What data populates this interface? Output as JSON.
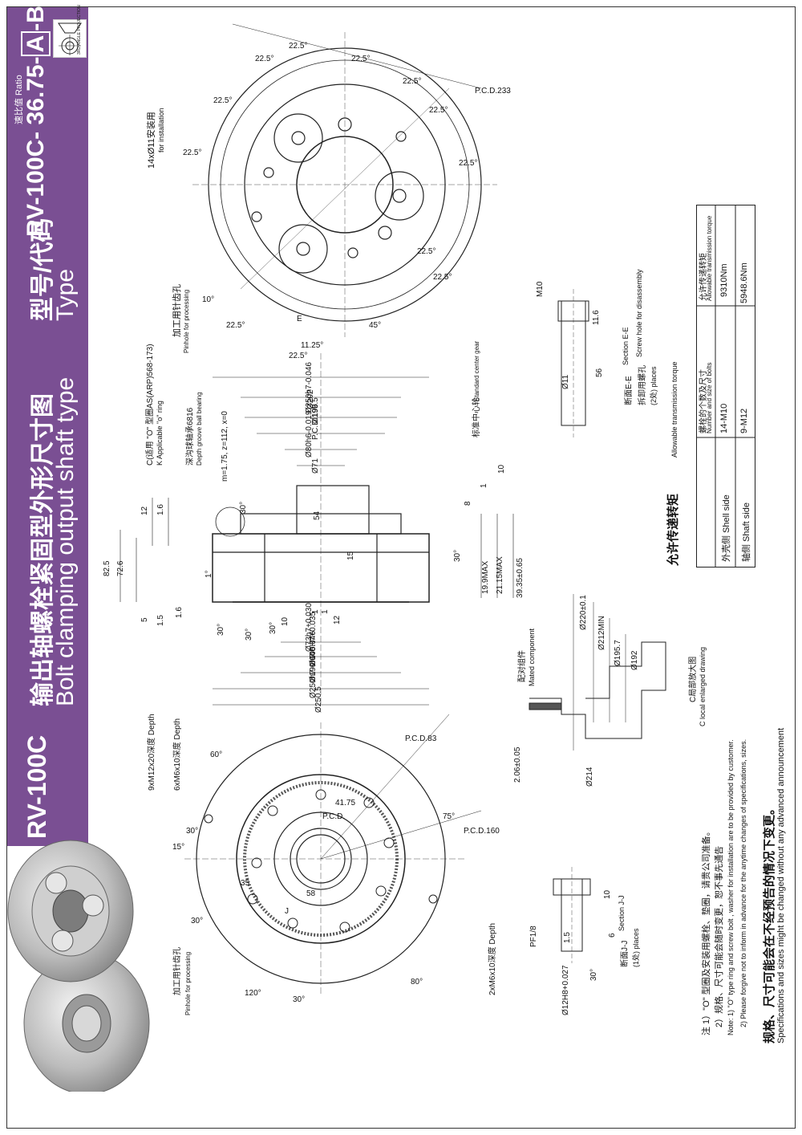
{
  "header": {
    "model": "RV-100C",
    "title_cn": "输出轴螺栓紧固型外形尺寸图",
    "title_en": "Bolt clamping output shaft type",
    "type_cn": "型号/代码",
    "type_en": "Type",
    "ratio_label": "速比值  Ratio",
    "code_prefix": "RV-100C- 36.75-",
    "code_box": "A",
    "code_suffix": "-B",
    "projection_label": "3RD ANGLE PROJECTION"
  },
  "top_view": {
    "angles": [
      "22.5°",
      "22.5°",
      "22.5°",
      "22.5°",
      "22.5°",
      "22.5°",
      "22.5°",
      "22.5°",
      "22.5°",
      "22.5°",
      "22.5°",
      "22.5°",
      "10°",
      "45°",
      "11.25°"
    ],
    "pcd": "P.C.D.233",
    "install_hole_cn": "14xØ11安装用",
    "install_hole_en": "for installation",
    "pinhole_cn": "加工用针齿孔",
    "pinhole_en": "Pinhole for processing",
    "section_mark": "E"
  },
  "section_view": {
    "oring_cn": "C(适用 \"O\" 型圈AS(ARP)568-173)",
    "oring_en": "K Applicable \"o\" ring",
    "bearing_cn": "深沟球轴承6816",
    "bearing_en": "Depth groove ball bearing",
    "gear_spec": "m=1.75, z=112, x=0",
    "center_gear_cn": "标准中心轮",
    "center_gear_en": "Standard center gear",
    "dims_top": [
      "Ø250h7-0.046",
      "Ø202",
      "Ø199.5",
      "P.C.D.196",
      "Ø80h6-0.019",
      "Ø71"
    ],
    "dims_bottom": [
      "Ø73h7+0.030",
      "Ø106H7+0.035",
      "Ø199h7-0.046",
      "Ø250h7-0.046",
      "Ø250.5"
    ],
    "dims_left": [
      "82.5",
      "72.6",
      "12",
      "1.6",
      "5",
      "1.5",
      "1.6"
    ],
    "dims_inner": [
      "54",
      "15",
      "1",
      "1",
      "12",
      "30°",
      "30°",
      "30°",
      "1°",
      "30°",
      "10",
      "1",
      "8",
      "30°"
    ],
    "dims_right": [
      "19.9MAX",
      "21.15MAX",
      "39.35±0.65",
      "10"
    ]
  },
  "detail_c": {
    "mated_cn": "配对组件",
    "mated_en": "Mated component",
    "title_cn": "C局部放大图",
    "title_en": "C local enlarged drawing",
    "dims": [
      "Ø220±0.1",
      "Ø212MIN",
      "Ø195.7",
      "Ø192",
      "Ø214",
      "2.06±0.05"
    ]
  },
  "section_e": {
    "thread": "M10",
    "dims": [
      "11.6",
      "56",
      "Ø11"
    ],
    "title_cn": "断面E-E",
    "title_en": "Section E-E",
    "desc_cn": "拆卸用螺孔",
    "desc_en": "Screw hole for disassembly",
    "places": "(2处) places"
  },
  "torque_table": {
    "title_cn": "允许传递转矩",
    "title_en": "Allowable transmission torque",
    "head_bolts_cn": "螺栓的个数及尺寸",
    "head_bolts_en": "Number and size of bolts",
    "head_torque_cn": "允许传递转矩",
    "head_torque_en": "Allowable transmission torque",
    "rows": [
      {
        "side": "外壳侧  Shell side",
        "bolts": "14-M10",
        "torque": "9310Nm"
      },
      {
        "side": "轴侧  Shaft side",
        "bolts": "9-M12",
        "torque": "5948.6Nm"
      }
    ]
  },
  "bottom_view": {
    "bolt_holes_1": "9xM12x20深度 Depth",
    "bolt_holes_2": "6xM6x10深度 Depth",
    "angles": [
      "60°",
      "15°",
      "30°",
      "30°",
      "75°",
      "80°",
      "30°",
      "120°"
    ],
    "pcd_a": "P.C.D.83",
    "pcd_b": "P.C.D.160",
    "pcd_c": "P.C.D.",
    "dims": [
      "41.75",
      "35",
      "58",
      "J"
    ],
    "pinhole_cn": "加工用针齿孔",
    "pinhole_en": "Pinhole for processing",
    "side_hole": "2xM6x10深度 Depth"
  },
  "section_j": {
    "thread": "PF1/8",
    "dims": [
      "10",
      "1.5",
      "6",
      "30°",
      "Ø12H8+0.027"
    ],
    "title_cn": "断面J-J",
    "title_en": "Section J-J",
    "places": "(1处) places"
  },
  "notes": {
    "cn1": "注 1）\"O\" 型圈及安装用螺栓、垫圈，请贵公司准备。",
    "cn2": "2）规格、尺寸可能会随时变更，恕不事先通告",
    "en1": "Note: 1) \"O\" type ring and screw bolt , washer for installation are to be provided by customer.",
    "en2": "2) Please forgive not to inform in advance for the anytime changes of specifications, sizes.",
    "footer_cn": "规格、尺寸可能会在不经预告的情况下变更。",
    "footer_en": "Specifications and sizes might be changed without any advanced announcement"
  },
  "colors": {
    "band": "#7a4f93",
    "line": "#222222"
  }
}
